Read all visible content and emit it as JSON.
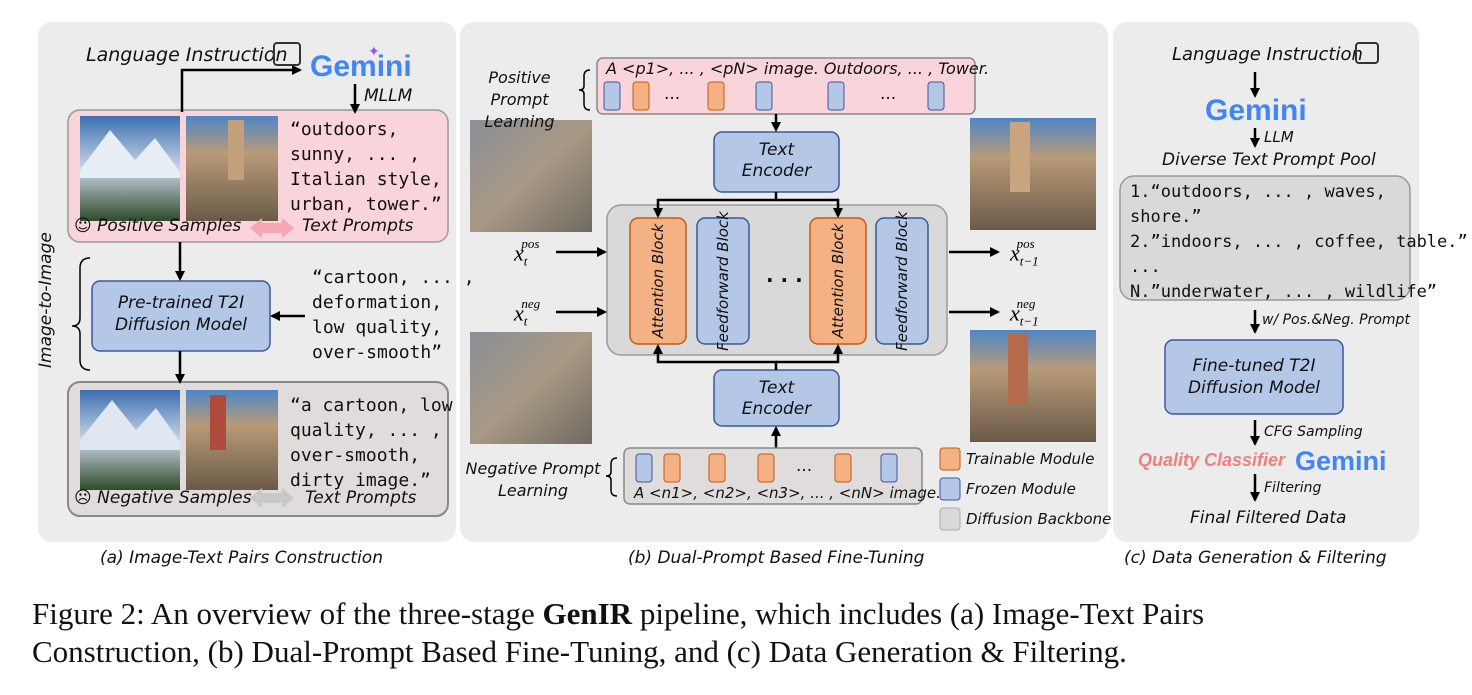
{
  "panel_a": {
    "caption": "(a) Image-Text Pairs Construction",
    "language_instruction": "Language Instruction",
    "gemini_logo": "Gemini",
    "mllm_label": "MLLM",
    "positive_prompt_lines": [
      "“outdoors,",
      "sunny, ... ,",
      "Italian style,",
      "urban, tower.”"
    ],
    "positive_samples": "Positive Samples",
    "text_prompts_pos": "Text Prompts",
    "side_label": "Image-to-Image",
    "model_line1": "Pre-trained T2I",
    "model_line2": "Diffusion Model",
    "degrade_prompt_lines": [
      "“cartoon, ... ,",
      "deformation,",
      "low quality,",
      "over-smooth”"
    ],
    "negative_prompt_lines": [
      "“a cartoon, low",
      "quality, ... ,",
      "over-smooth,",
      "dirty image.”"
    ],
    "negative_samples": "Negative Samples",
    "text_prompts_neg": "Text Prompts"
  },
  "panel_b": {
    "caption": "(b) Dual-Prompt Based Fine-Tuning",
    "pos_prompt_label_1": "Positive Prompt",
    "pos_prompt_label_2": "Learning",
    "pos_prompt_text": "A <p1>, ... , <pN> image. Outdoors, ... , Tower.",
    "text_encoder_1": "Text",
    "text_encoder_2": "Encoder",
    "attention_block": "Attention Block",
    "feedforward_block": "Feedforward Block",
    "ellipsis": "· · ·",
    "x_pos_in": "x_t^pos",
    "x_neg_in": "x_t^neg",
    "x_pos_out": "x_{t-1}^pos",
    "x_neg_out": "x_{t-1}^neg",
    "neg_prompt_label_1": "Negative Prompt",
    "neg_prompt_label_2": "Learning",
    "neg_prompt_text": "A <n1>, <n2>, <n3>, ... , <nN> image.",
    "legend": [
      {
        "label": "Trainable Module",
        "color": "#f4b183"
      },
      {
        "label": "Frozen Module",
        "color": "#b4c7e7"
      },
      {
        "label": "Diffusion Backbone",
        "color": "#d9d9d9"
      }
    ]
  },
  "panel_c": {
    "caption": "(c) Data Generation & Filtering",
    "language_instruction": "Language Instruction",
    "gemini_logo": "Gemini",
    "llm_label": "LLM",
    "pool_title": "Diverse Text Prompt Pool",
    "pool_lines": [
      "1.“outdoors, ... , waves,",
      "shore.”",
      "2.”indoors, ... , coffee, table.”",
      "...",
      "N.”underwater, ... , wildlife”"
    ],
    "prompt_arrow_label": "w/ Pos.&Neg. Prompt",
    "model_line1": "Fine-tuned T2I",
    "model_line2": "Diffusion Model",
    "cfg_label": "CFG Sampling",
    "quality_classifier": "Quality Classifier",
    "filtering_label": "Filtering",
    "final_data": "Final Filtered Data"
  },
  "figure_caption": {
    "prefix": "Figure 2: An overview of the three-stage ",
    "bold": "GenIR",
    "suffix": " pipeline, which includes (a) Image-Text Pairs",
    "line2": "Construction, (b) Dual-Prompt Based Fine-Tuning, and (c) Data Generation & Filtering."
  },
  "colors": {
    "panel_bg": "#ececec",
    "pink_box": "#f9d4da",
    "blue_module": "#b4c7e7",
    "orange_module": "#f4b183",
    "gray_backbone": "#d9d9d9",
    "token_red": "#c00000",
    "gemini_blue": "#4285f4",
    "classifier_pink": "#f08080"
  }
}
